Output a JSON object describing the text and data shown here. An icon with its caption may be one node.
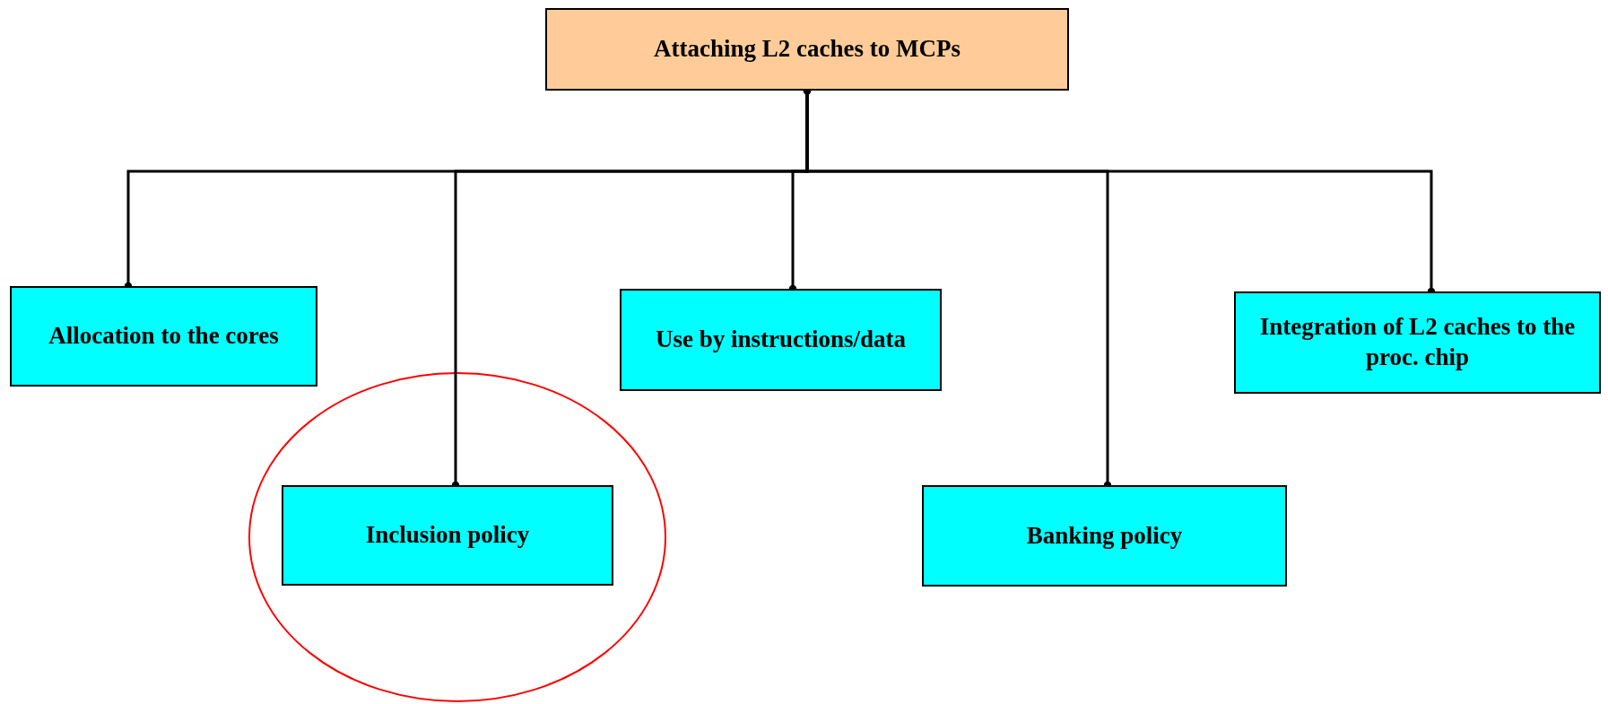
{
  "diagram": {
    "nodes": [
      {
        "text": [
          "Attaching L2 caches to MCPs"
        ]
      },
      {
        "text": [
          "Allocation to the cores"
        ]
      },
      {
        "text": [
          "Inclusion policy"
        ]
      },
      {
        "text": [
          "Use by instructions/data"
        ]
      },
      {
        "text": [
          "Banking policy"
        ]
      },
      {
        "text": [
          "Integration of L2 caches to the proc. chip"
        ]
      }
    ],
    "edges": [
      {
        "from": 0,
        "to": 1,
        "arrow": "other"
      },
      {
        "from": 0,
        "to": 2,
        "arrow": "other"
      },
      {
        "from": 0,
        "to": 3,
        "arrow": "other"
      },
      {
        "from": 0,
        "to": 4,
        "arrow": "other"
      },
      {
        "from": 0,
        "to": 5,
        "arrow": "other"
      }
    ]
  }
}
